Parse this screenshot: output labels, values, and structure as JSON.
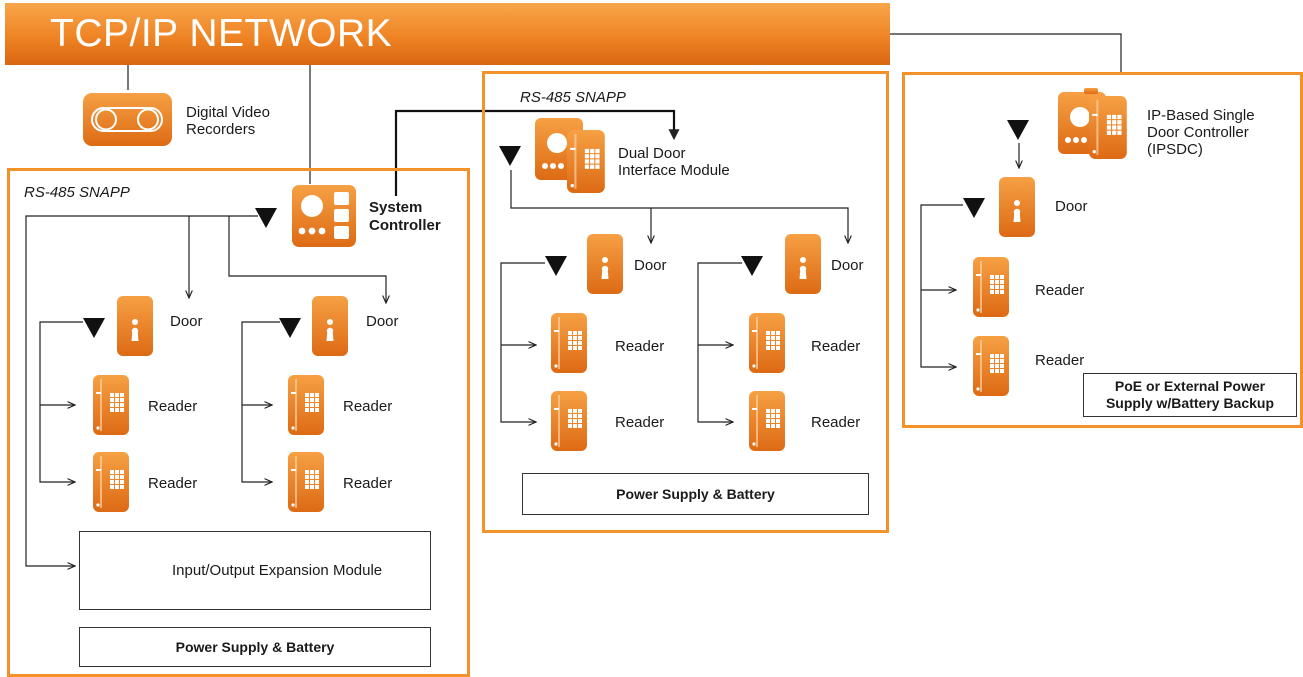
{
  "network": {
    "title": "TCP/IP NETWORK"
  },
  "dvr": {
    "label_line1": "Digital Video",
    "label_line2": "Recorders"
  },
  "left_panel": {
    "protocol": "RS-485 SNAPP",
    "controller_line1": "System",
    "controller_line2": "Controller",
    "door1": "Door",
    "reader1a": "Reader",
    "reader1b": "Reader",
    "door2": "Door",
    "reader2a": "Reader",
    "reader2b": "Reader",
    "io_module": "Input/Output Expansion Module",
    "power": "Power Supply & Battery"
  },
  "middle_panel": {
    "protocol": "RS-485 SNAPP",
    "module_line1": "Dual Door",
    "module_line2": "Interface Module",
    "door1": "Door",
    "reader1a": "Reader",
    "reader1b": "Reader",
    "door2": "Door",
    "reader2a": "Reader",
    "reader2b": "Reader",
    "power": "Power Supply & Battery"
  },
  "right_panel": {
    "controller_line1": "IP-Based Single",
    "controller_line2": "Door Controller",
    "controller_line3": "(IPSDC)",
    "door": "Door",
    "reader_a": "Reader",
    "reader_b": "Reader",
    "power_line1": "PoE or External Power",
    "power_line2": "Supply w/Battery Backup"
  },
  "colors": {
    "accent": "#f3922b",
    "accent_dark": "#dd6a14",
    "line": "#222222"
  },
  "icons": [
    "dvr-icon",
    "controller-icon",
    "door-icon",
    "reader-icon",
    "triangle-marker-icon",
    "dual-door-module-icon",
    "ipsdc-icon"
  ]
}
